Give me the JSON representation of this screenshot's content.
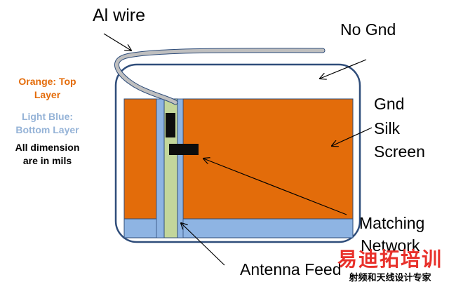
{
  "labels": {
    "al_wire": "Al wire",
    "no_gnd": "No Gnd",
    "gnd_silk_line1": "Gnd",
    "gnd_silk_line2": "Silk",
    "gnd_silk_line3": "Screen",
    "matching_line1": "Matching",
    "matching_line2": "Network",
    "antenna_feed": "Antenna Feed"
  },
  "legend": {
    "orange_line1": "Orange: Top",
    "orange_line2": "Layer",
    "blue_line1": "Light Blue:",
    "blue_line2": "Bottom Layer",
    "dim_line1": "All dimension",
    "dim_line2": "are in mils"
  },
  "watermark": {
    "title": "易迪拓培训",
    "subtitle": "射频和天线设计专家"
  },
  "colors": {
    "top_layer": "#E36C0A",
    "bottom_layer": "#8EB4E3",
    "feed_line": "#C3D69B",
    "wire": "#BFBFBF",
    "outline": "#2F4D7A",
    "legend_orange": "#E46C0A",
    "legend_blue": "#95B3D7",
    "watermark": "#E8302A"
  }
}
